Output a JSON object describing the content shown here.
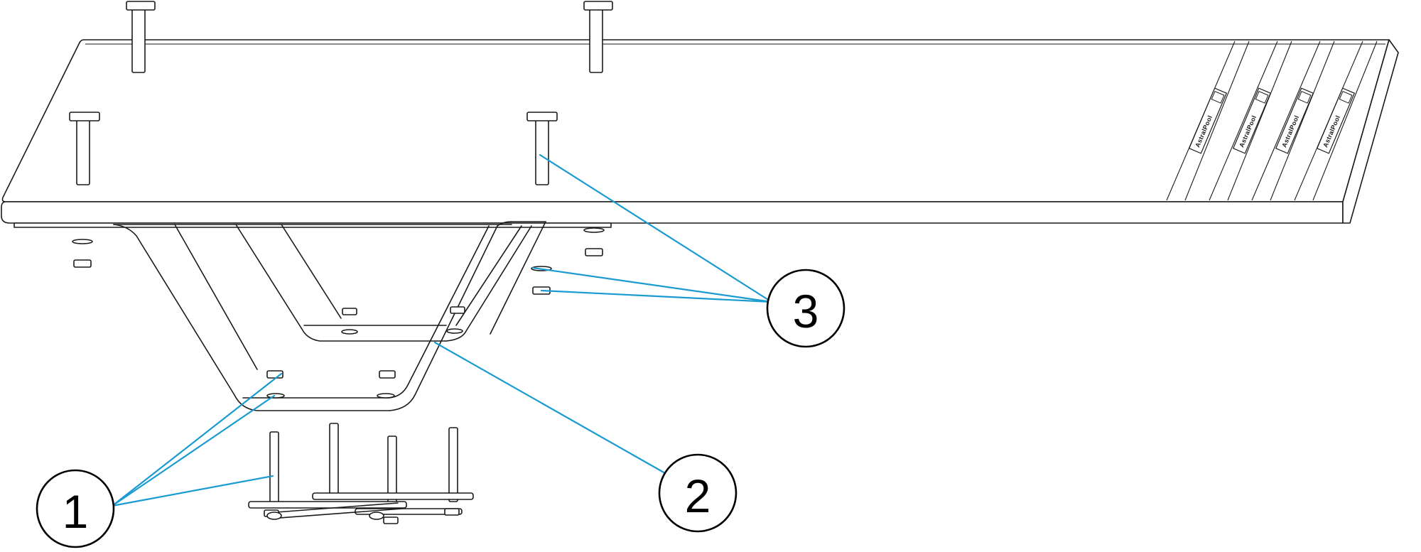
{
  "diagram": {
    "callouts": [
      {
        "id": "1",
        "label": "1"
      },
      {
        "id": "2",
        "label": "2"
      },
      {
        "id": "3",
        "label": "3"
      }
    ],
    "tread_labels": [
      "AstralPool",
      "AstralPool",
      "AstralPool",
      "AstralPool"
    ],
    "colors": {
      "leader": "#1a9bd1",
      "line": "#1a1a1a",
      "background": "#ffffff"
    }
  }
}
